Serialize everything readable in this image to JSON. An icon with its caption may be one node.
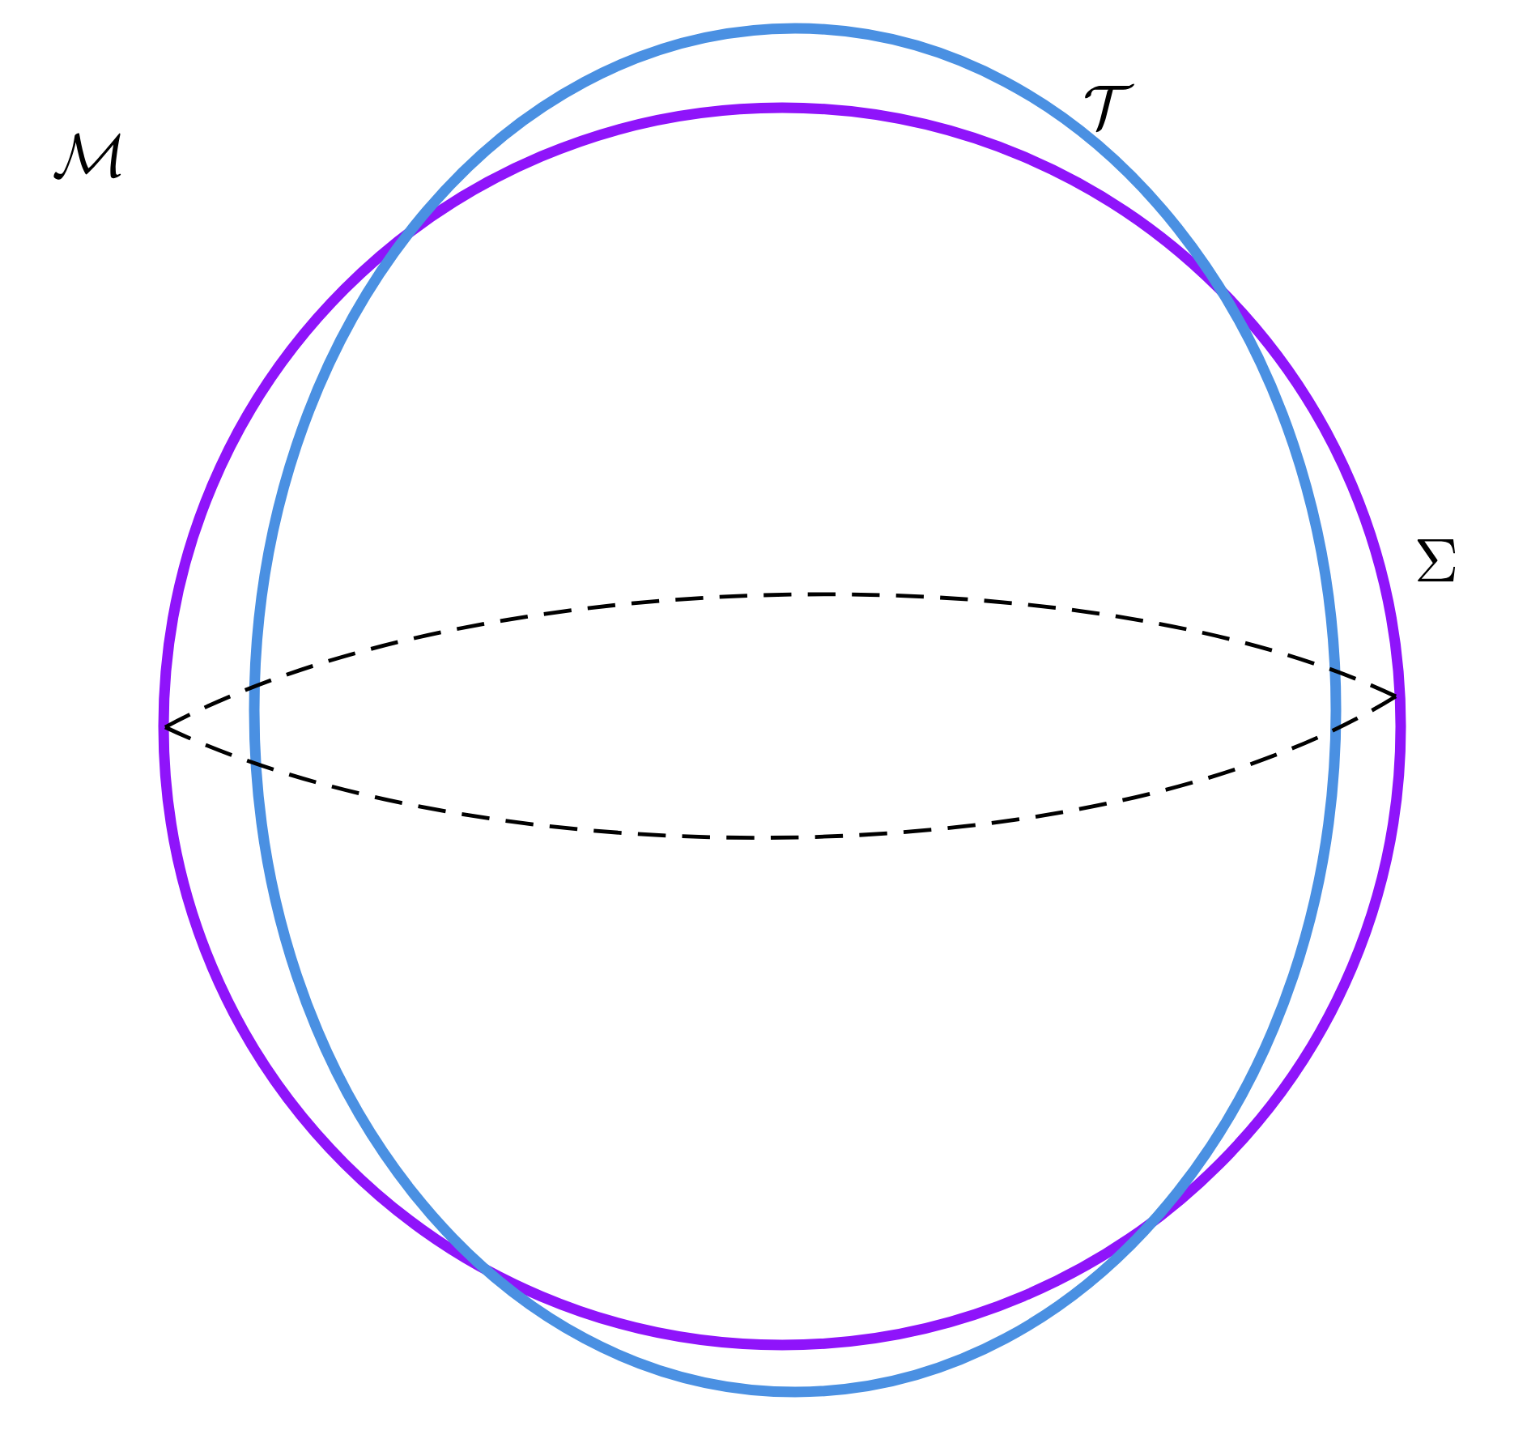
{
  "diagram": {
    "labels": [
      "\\mathcal{M}",
      "\\mathcal{T}",
      "\\Sigma"
    ]
  }
}
